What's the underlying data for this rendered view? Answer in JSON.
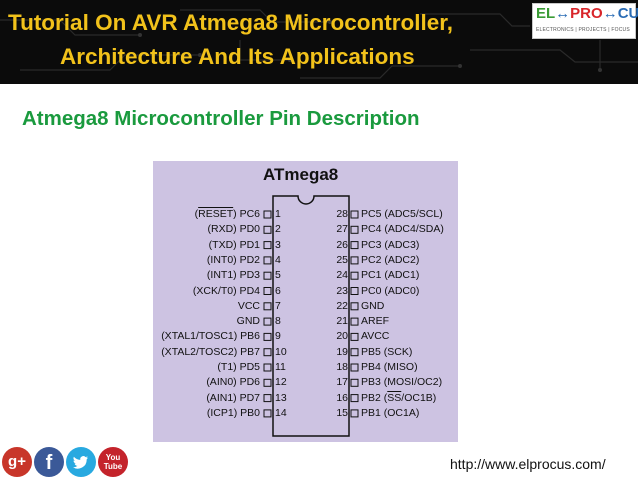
{
  "banner": {
    "title_line1": "Tutorial On AVR Atmega8 Microcontroller,",
    "title_line2": "Architecture And Its Applications"
  },
  "logo": {
    "brand_part1": "EL",
    "brand_arrow1": "↔",
    "brand_part2": "PRO",
    "brand_arrow2": "↔",
    "brand_part3": "CUS",
    "tagline": "ELECTRONICS | PROJECTS | FOCUS"
  },
  "subtitle": "Atmega8 Microcontroller Pin Description",
  "diagram": {
    "chip_name": "ATmega8",
    "left_pins": [
      {
        "num": "1",
        "label": "(RESET) PC6"
      },
      {
        "num": "2",
        "label": "(RXD) PD0"
      },
      {
        "num": "3",
        "label": "(TXD) PD1"
      },
      {
        "num": "4",
        "label": "(INT0) PD2"
      },
      {
        "num": "5",
        "label": "(INT1) PD3"
      },
      {
        "num": "6",
        "label": "(XCK/T0) PD4"
      },
      {
        "num": "7",
        "label": "VCC"
      },
      {
        "num": "8",
        "label": "GND"
      },
      {
        "num": "9",
        "label": "(XTAL1/TOSC1) PB6"
      },
      {
        "num": "10",
        "label": "(XTAL2/TOSC2) PB7"
      },
      {
        "num": "11",
        "label": "(T1) PD5"
      },
      {
        "num": "12",
        "label": "(AIN0) PD6"
      },
      {
        "num": "13",
        "label": "(AIN1) PD7"
      },
      {
        "num": "14",
        "label": "(ICP1) PB0"
      }
    ],
    "right_pins": [
      {
        "num": "28",
        "label": "PC5 (ADC5/SCL)"
      },
      {
        "num": "27",
        "label": "PC4 (ADC4/SDA)"
      },
      {
        "num": "26",
        "label": "PC3 (ADC3)"
      },
      {
        "num": "25",
        "label": "PC2 (ADC2)"
      },
      {
        "num": "24",
        "label": "PC1 (ADC1)"
      },
      {
        "num": "23",
        "label": "PC0 (ADC0)"
      },
      {
        "num": "22",
        "label": "GND"
      },
      {
        "num": "21",
        "label": "AREF"
      },
      {
        "num": "20",
        "label": "AVCC"
      },
      {
        "num": "19",
        "label": "PB5 (SCK)"
      },
      {
        "num": "18",
        "label": "PB4 (MISO)"
      },
      {
        "num": "17",
        "label": "PB3 (MOSI/OC2)"
      },
      {
        "num": "16",
        "label": "PB2 (SS/OC1B)"
      },
      {
        "num": "15",
        "label": "PB1 (OC1A)"
      }
    ]
  },
  "social": [
    {
      "name": "google-plus",
      "glyph": "g+"
    },
    {
      "name": "facebook",
      "glyph": "f"
    },
    {
      "name": "twitter",
      "glyph": ""
    },
    {
      "name": "youtube",
      "glyph_top": "You",
      "glyph_bottom": "Tube"
    }
  ],
  "footer_url": "http://www.elprocus.com/",
  "colors": {
    "banner_bg": "#0b0b0b",
    "banner_text": "#f2c21b",
    "subtitle": "#1a9a3e",
    "diagram_bg": "#cdc3e2"
  }
}
